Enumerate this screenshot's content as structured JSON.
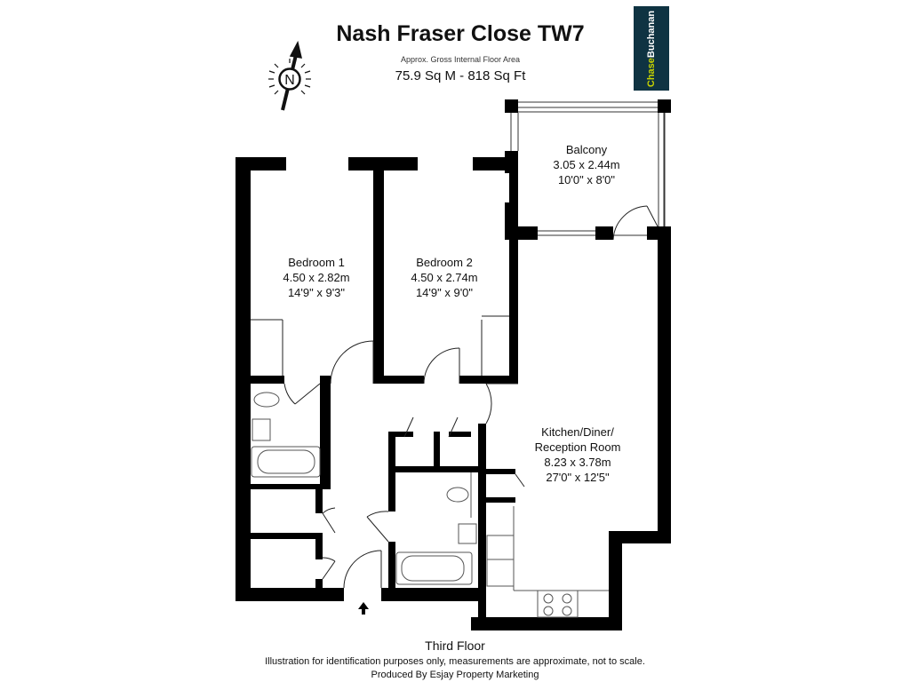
{
  "header": {
    "title": "Nash Fraser Close TW7",
    "subtitle": "Approx. Gross Internal Floor Area",
    "area": "75.9 Sq M - 818 Sq Ft"
  },
  "logo": {
    "text_a": "Chase",
    "text_b": "Buchanan",
    "bg": "#0f3342",
    "accent": "#c8d400"
  },
  "compass": {
    "label": "N"
  },
  "rooms": [
    {
      "name": "Bedroom 1",
      "metric": "4.50 x 2.82m",
      "imperial": "14'9\" x 9'3\""
    },
    {
      "name": "Bedroom 2",
      "metric": "4.50 x 2.74m",
      "imperial": "14'9\" x 9'0\""
    },
    {
      "name": "Balcony",
      "metric": "3.05 x 2.44m",
      "imperial": "10'0\" x 8'0\""
    },
    {
      "name": "Kitchen/Diner/",
      "name2": "Reception Room",
      "metric": "8.23 x 3.78m",
      "imperial": "27'0\" x 12'5\""
    }
  ],
  "footer": {
    "floor": "Third Floor",
    "disclaimer": "Illustration for identification purposes only, measurements are approximate, not to scale.",
    "producer": "Produced By Esjay Property Marketing"
  }
}
